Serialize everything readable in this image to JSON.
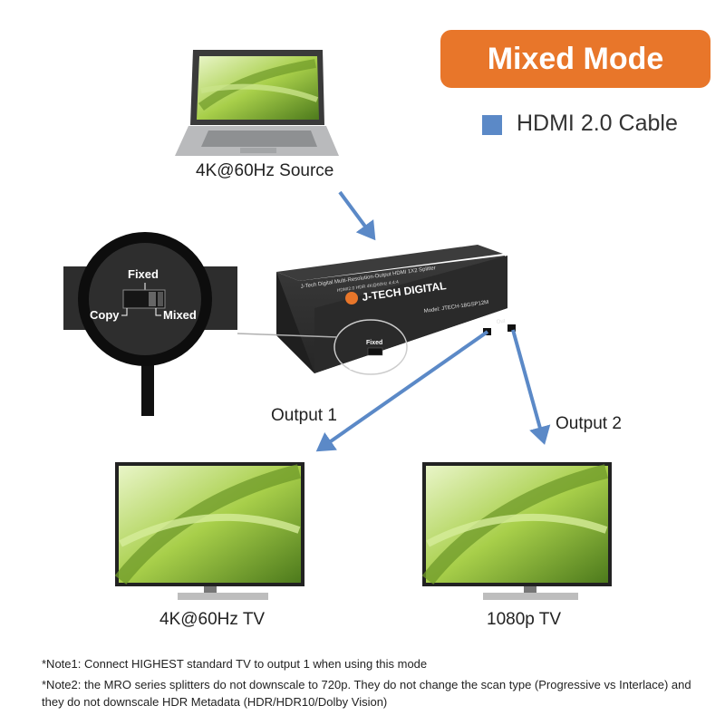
{
  "header": {
    "title": "Mixed Mode"
  },
  "legend": {
    "label": "HDMI 2.0 Cable",
    "color": "#5b89c7"
  },
  "source": {
    "label": "4K@60Hz  Source"
  },
  "splitter": {
    "brand": "J-TECH DIGITAL",
    "top_text_1": "J-Tech Digital  Multi-Resolution-Output HDMI 1X2 Splitter",
    "top_text_2": "HDMI2.0 HDR 4K@60Hz 4:4:4",
    "model": "Model: JTECH-18GSP12M",
    "out_label": "Out",
    "switch_fixed": "Fixed",
    "switch_copy": "Copy",
    "switch_mixed": "Mixed"
  },
  "zoom": {
    "fixed": "Fixed",
    "copy": "Copy",
    "mixed": "Mixed"
  },
  "outputs": [
    {
      "label": "Output 1",
      "tv_label": "4K@60Hz  TV"
    },
    {
      "label": "Output 2",
      "tv_label": "1080p  TV"
    }
  ],
  "notes": [
    "*Note1: Connect HIGHEST standard TV to output 1 when using this mode",
    "*Note2: the MRO series splitters do not downscale to 720p. They do not change the scan type (Progressive vs Interlace) and they do not downscale HDR Metadata (HDR/HDR10/Dolby Vision)"
  ],
  "colors": {
    "accent": "#e8762a",
    "cable": "#5b89c7",
    "device": "#2b2b2b"
  }
}
